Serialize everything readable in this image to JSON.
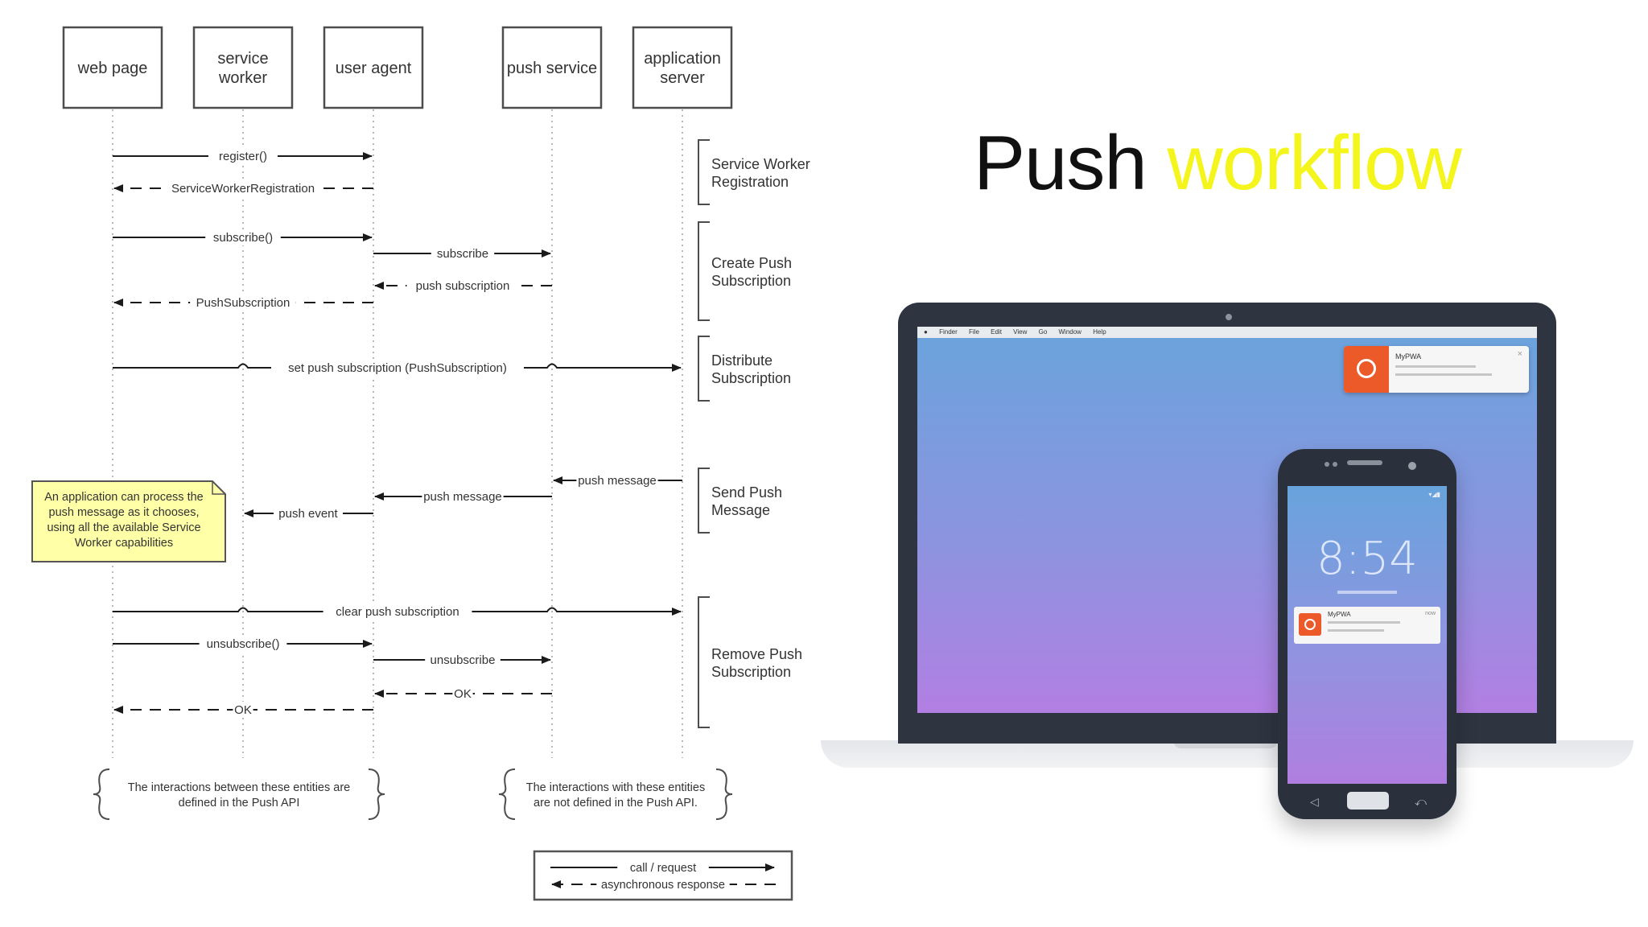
{
  "heading": {
    "word1": "Push",
    "word2": "workflow",
    "word2_color": "#f5f51e"
  },
  "diagram": {
    "actors": [
      {
        "id": "web",
        "lines": [
          "web page"
        ]
      },
      {
        "id": "sw",
        "lines": [
          "service",
          "worker"
        ]
      },
      {
        "id": "ua",
        "lines": [
          "user agent"
        ]
      },
      {
        "id": "ps",
        "lines": [
          "push service"
        ]
      },
      {
        "id": "as",
        "lines": [
          "application",
          "server"
        ]
      }
    ],
    "messages": [
      {
        "label": "register()",
        "from": "web",
        "to": "ua",
        "kind": "call"
      },
      {
        "label": "ServiceWorkerRegistration",
        "from": "ua",
        "to": "web",
        "kind": "async"
      },
      {
        "label": "subscribe()",
        "from": "web",
        "to": "ua",
        "kind": "call"
      },
      {
        "label": "subscribe",
        "from": "ua",
        "to": "ps",
        "kind": "call"
      },
      {
        "label": "push subscription",
        "from": "ps",
        "to": "ua",
        "kind": "async"
      },
      {
        "label": "PushSubscription",
        "from": "ua",
        "to": "web",
        "kind": "async"
      },
      {
        "label": "set push subscription (PushSubscription)",
        "from": "web",
        "to": "as",
        "kind": "call"
      },
      {
        "label": "push message",
        "from": "as",
        "to": "ps",
        "kind": "call"
      },
      {
        "label": "push message",
        "from": "ps",
        "to": "ua",
        "kind": "call"
      },
      {
        "label": "push event",
        "from": "ua",
        "to": "sw",
        "kind": "call"
      },
      {
        "label": "clear push subscription",
        "from": "web",
        "to": "as",
        "kind": "call"
      },
      {
        "label": "unsubscribe()",
        "from": "web",
        "to": "ua",
        "kind": "call"
      },
      {
        "label": "unsubscribe",
        "from": "ua",
        "to": "ps",
        "kind": "call"
      },
      {
        "label": "OK",
        "from": "ps",
        "to": "ua",
        "kind": "async"
      },
      {
        "label": "OK",
        "from": "ua",
        "to": "web",
        "kind": "async"
      }
    ],
    "phases": [
      {
        "lines": [
          "Service Worker",
          "Registration"
        ]
      },
      {
        "lines": [
          "Create Push",
          "Subscription"
        ]
      },
      {
        "lines": [
          "Distribute",
          "Subscription"
        ]
      },
      {
        "lines": [
          "Send Push",
          "Message"
        ]
      },
      {
        "lines": [
          "Remove Push",
          "Subscription"
        ]
      }
    ],
    "note": {
      "lines": [
        "An application can process the",
        "push message as it chooses,",
        "using all the available Service",
        "Worker capabilities"
      ],
      "fill": "#ffffa8"
    },
    "scope_notes": [
      {
        "lines": [
          "The interactions between these entities are",
          "defined in the Push API"
        ]
      },
      {
        "lines": [
          "The interactions with these entities",
          "are not defined in the Push API."
        ]
      }
    ],
    "legend": {
      "call": "call / request",
      "async": "asynchronous response"
    }
  },
  "laptop": {
    "menubar": [
      "Finder",
      "File",
      "Edit",
      "View",
      "Go",
      "Window",
      "Help"
    ],
    "notification": {
      "app": "MyPWA",
      "accent": "#ec5a2a"
    }
  },
  "phone": {
    "time": "8:54",
    "notification": {
      "app": "MyPWA",
      "time": "now"
    }
  }
}
